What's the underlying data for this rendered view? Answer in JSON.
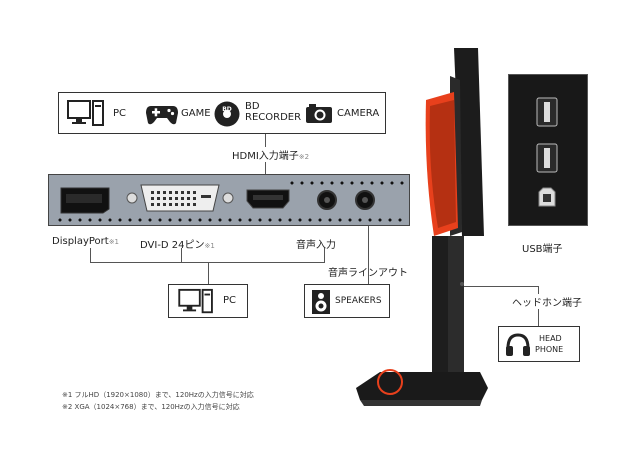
{
  "devices_top": [
    {
      "icon": "pc-icon",
      "label": "PC"
    },
    {
      "icon": "gamepad-icon",
      "label": "GAME"
    },
    {
      "icon": "disc-icon",
      "label": "BD\nRECORDER"
    },
    {
      "icon": "camera-icon",
      "label": "CAMERA"
    }
  ],
  "hdmi_label": "HDMI入力端子",
  "hdmi_note": "※2",
  "ports": {
    "displayport": "DisplayPort",
    "displayport_note": "※1",
    "dvi": "DVI-D 24ピン",
    "dvi_note": "※1",
    "audio_in": "音声入力",
    "audio_line_out": "音声ラインアウト"
  },
  "bottom_pc": {
    "label": "PC"
  },
  "speakers": {
    "label": "SPEAKERS"
  },
  "usb_label": "USB端子",
  "headphone_label": "ヘッドホン端子",
  "headphone_box": {
    "line1": "HEAD",
    "line2": "PHONE"
  },
  "footnotes": [
    "※1 フルHD（1920×1080）まで、120Hzの入力信号に対応",
    "※2 XGA（1024×768）まで、120Hzの入力信号に対応"
  ],
  "colors": {
    "accent": "#e8401c",
    "panel": "#9aa2ac",
    "monitor": "#1c1c1c"
  }
}
